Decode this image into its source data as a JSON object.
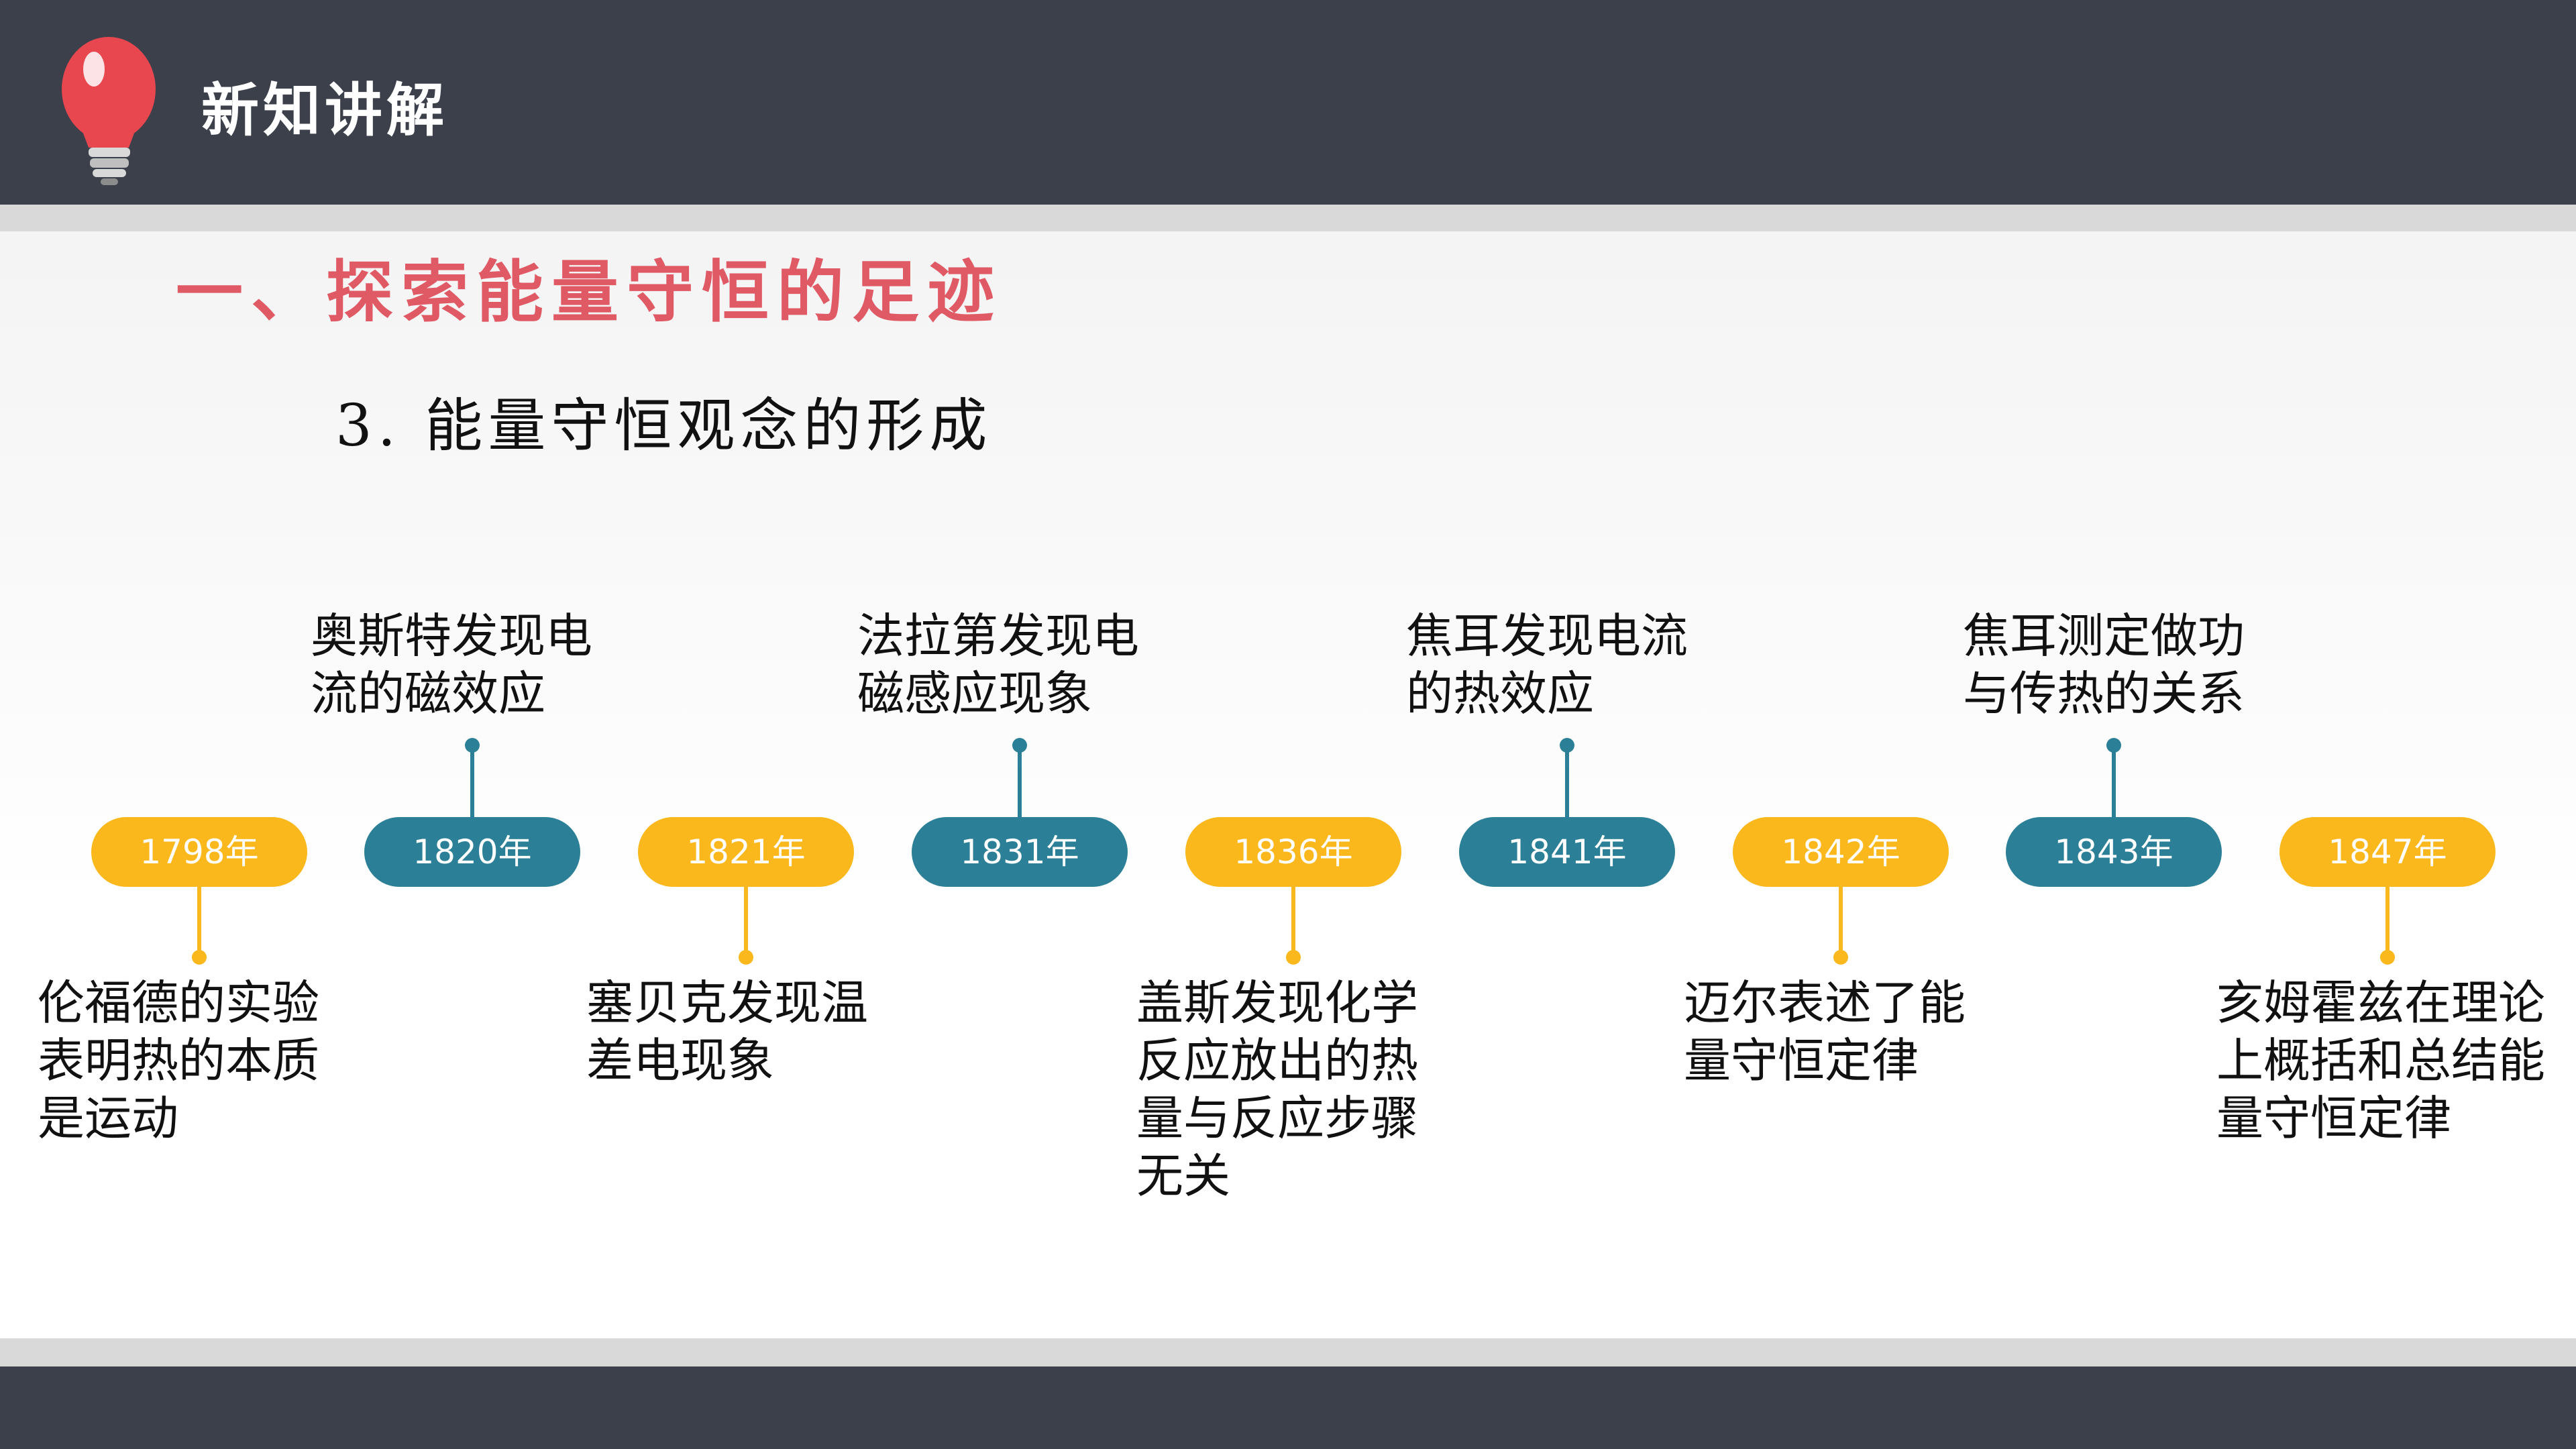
{
  "header": {
    "title": "新知讲解",
    "icon": "lightbulb-icon"
  },
  "section_title": "一、探索能量守恒的足迹",
  "subtitle": "3. 能量守恒观念的形成",
  "colors": {
    "dark_bar": "#3b404b",
    "accent_red": "#e05a66",
    "yellow": "#fbb81c",
    "teal": "#2b7f96"
  },
  "timeline": [
    {
      "year": "1798年",
      "event": "伦福德的实验\n表明热的本质\n是运动",
      "color": "yellow"
    },
    {
      "year": "1820年",
      "event": "奥斯特发现电\n流的磁效应",
      "color": "teal"
    },
    {
      "year": "1821年",
      "event": "塞贝克发现温\n差电现象",
      "color": "yellow"
    },
    {
      "year": "1831年",
      "event": "法拉第发现电\n磁感应现象",
      "color": "teal"
    },
    {
      "year": "1836年",
      "event": "盖斯发现化学\n反应放出的热\n量与反应步骤\n无关",
      "color": "yellow"
    },
    {
      "year": "1841年",
      "event": "焦耳发现电流\n的热效应",
      "color": "teal"
    },
    {
      "year": "1842年",
      "event": "迈尔表述了能\n量守恒定律",
      "color": "yellow"
    },
    {
      "year": "1843年",
      "event": "焦耳测定做功\n与传热的关系",
      "color": "teal"
    },
    {
      "year": "1847年",
      "event": "亥姆霍兹在理论\n上概括和总结能\n量守恒定律",
      "color": "yellow"
    }
  ]
}
